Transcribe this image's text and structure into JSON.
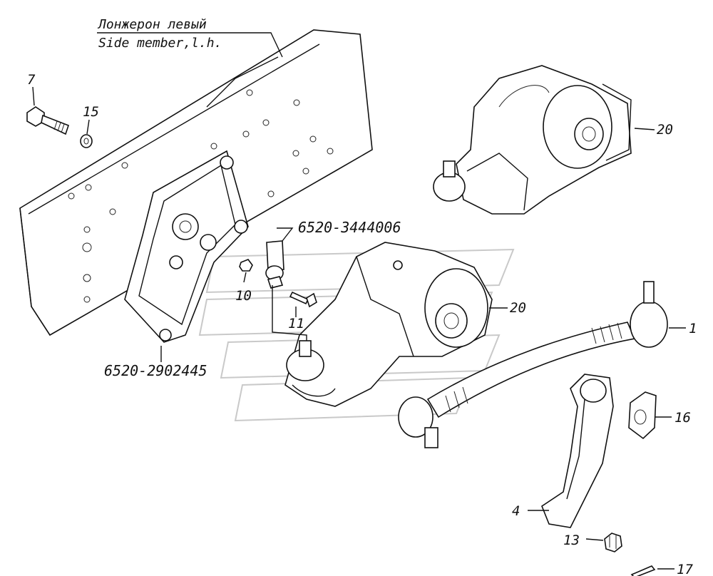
{
  "header": {
    "title_ru": "Лонжерон левый",
    "title_en": "Side member,l.h."
  },
  "callouts": {
    "p1": "1",
    "p4": "4",
    "p7": "7",
    "p10": "10",
    "p11": "11",
    "p13": "13",
    "p15": "15",
    "p16": "16",
    "p17": "17",
    "p20_top": "20",
    "p20_mid": "20",
    "code_clamp": "6520-3444006",
    "code_bracket": "6520-2902445"
  },
  "colors": {
    "ink": "#111111",
    "watermark": "#c9c9c9",
    "background": "#ffffff"
  }
}
